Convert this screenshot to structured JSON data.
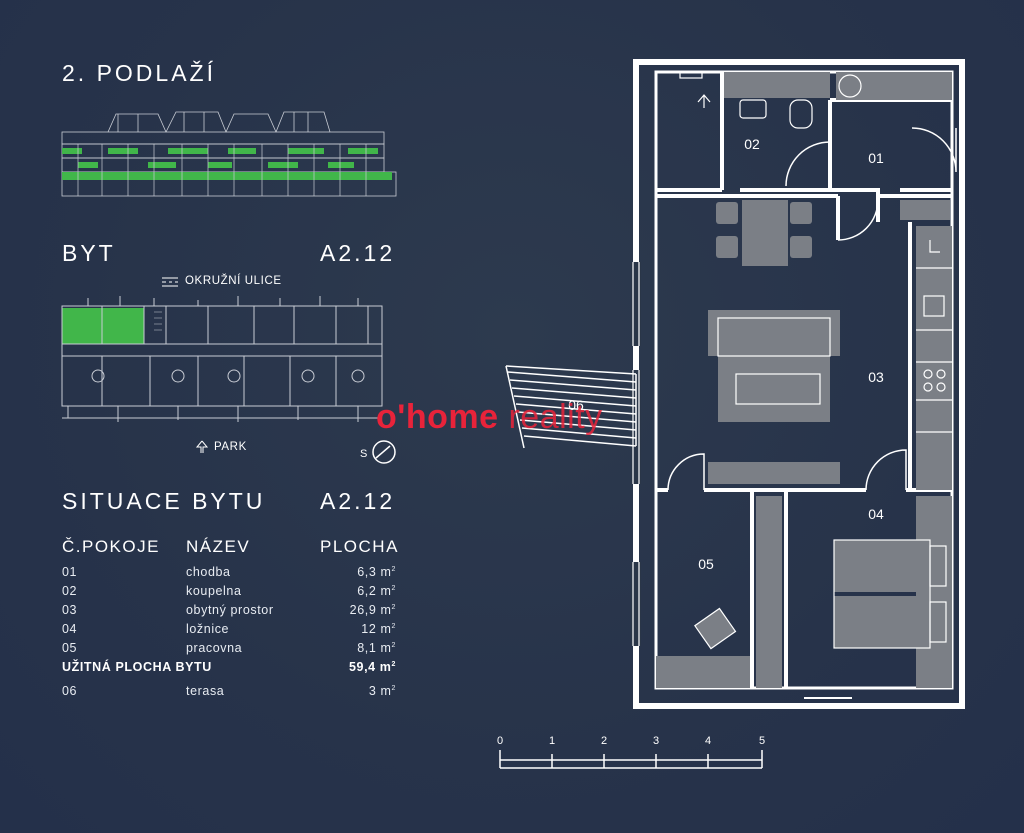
{
  "floor": {
    "title": "2. PODLAŽÍ"
  },
  "unit": {
    "label": "BYT",
    "code": "A2.12"
  },
  "site": {
    "street_label": "OKRUŽNÍ ULICE",
    "park_label": "PARK",
    "compass": "S"
  },
  "situation": {
    "title": "SITUACE BYTU",
    "code": "A2.12",
    "headers": {
      "room_no": "Č.POKOJE",
      "name": "NÁZEV",
      "area": "PLOCHA"
    },
    "rows": [
      {
        "no": "01",
        "name": "chodba",
        "area": "6,3 m",
        "unit_sup": "2"
      },
      {
        "no": "02",
        "name": "koupelna",
        "area": "6,2 m",
        "unit_sup": "2"
      },
      {
        "no": "03",
        "name": "obytný prostor",
        "area": "26,9 m",
        "unit_sup": "2"
      },
      {
        "no": "04",
        "name": "ložnice",
        "area": "12 m",
        "unit_sup": "2"
      },
      {
        "no": "05",
        "name": "pracovna",
        "area": "8,1 m",
        "unit_sup": "2"
      }
    ],
    "total": {
      "label": "UŽITNÁ PLOCHA BYTU",
      "area": "59,4 m",
      "unit_sup": "2"
    },
    "terrace": {
      "no": "06",
      "name": "terasa",
      "area": "3 m",
      "unit_sup": "2"
    }
  },
  "plan": {
    "rooms": {
      "r01": "01",
      "r02": "02",
      "r03": "03",
      "r04": "04",
      "r05": "05",
      "r06": "06"
    }
  },
  "scale": {
    "ticks": [
      "0",
      "1",
      "2",
      "3",
      "4",
      "5"
    ]
  },
  "watermark": {
    "part1": "o'home",
    "part2": " reality"
  },
  "colors": {
    "background": "#27334a",
    "walls": "#ffffff",
    "furniture": "#7b7f86",
    "highlight": "#41b64a",
    "watermark": "#e8233a"
  }
}
